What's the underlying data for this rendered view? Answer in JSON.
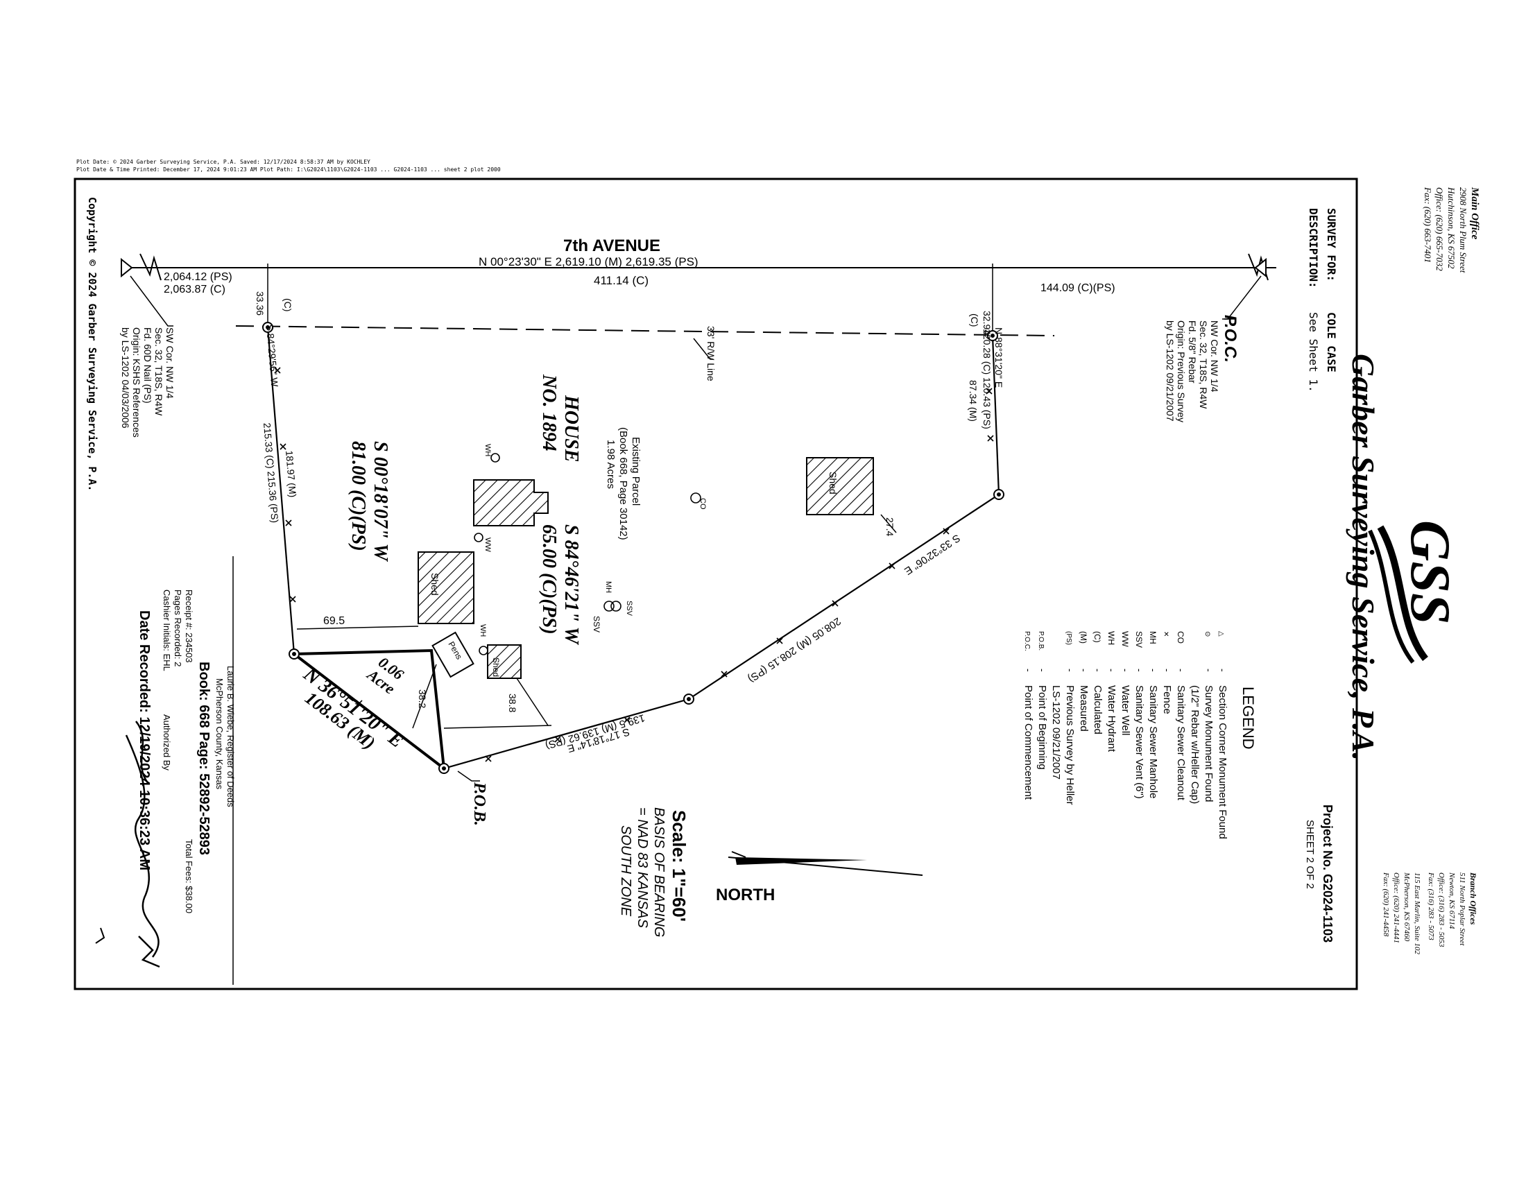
{
  "header": {
    "print_line_1": "Plot Date: © 2024 Garber Surveying Service, P.A. Saved: 12/17/2024 8:58:37 AM by KOCHLEY",
    "print_line_2": "Plot Date & Time Printed: December 17, 2024 9:01:23 AM Plot Path: I:\\G2024\\1103\\G2024-1103 ... G2024-1103 ... sheet 2 plot 2000"
  },
  "firm": {
    "name": "Garber Surveying Service, P.A.",
    "logo_text": "GSS",
    "main_office": [
      "Main Office",
      "2908 North Plum Street",
      "Hutchinson, KS 67502",
      "Office: (620) 665-7032",
      "Fax: (620) 663-7401"
    ],
    "branch_offices": [
      "Branch Offices",
      "511 North Poplar Street",
      "Newton, KS 67114",
      "Office: (316) 283 - 5053",
      "Fax: (316) 283 - 5073",
      "",
      "115 East Marlin, Suite 102",
      "McPherson, KS 67460",
      "Office: (620) 241-4441",
      "Fax: (620) 241-4458"
    ]
  },
  "title_block": {
    "survey_for_label": "SURVEY FOR:",
    "survey_for_value": "COLE CASE",
    "description_label": "DESCRIPTION:",
    "description_value": "See Sheet 1.",
    "project_no": "Project No. G2024-1103",
    "sheet": "SHEET 2 OF 2"
  },
  "legend": {
    "title": "LEGEND",
    "items": [
      {
        "symbol": "triangle",
        "text": "Section Corner Monument Found"
      },
      {
        "symbol": "circle-dot",
        "text": "Survey Monument Found"
      },
      {
        "symbol": "",
        "text": "(1/2\" Rebar w/Heller Cap)"
      },
      {
        "symbol": "CO",
        "text": "Sanitary Sewer Cleanout"
      },
      {
        "symbol": "fence-x",
        "text": "Fence"
      },
      {
        "symbol": "MH",
        "text": "Sanitary Sewer Manhole"
      },
      {
        "symbol": "SSV",
        "text": "Sanitary Sewer Vent (6\")"
      },
      {
        "symbol": "WW",
        "text": "Water Well"
      },
      {
        "symbol": "WH",
        "text": "Water Hydrant"
      },
      {
        "symbol": "(C)",
        "text": "Calculated"
      },
      {
        "symbol": "(M)",
        "text": "Measured"
      },
      {
        "symbol": "(PS)",
        "text": "Previous Survey by Heller"
      },
      {
        "symbol": "",
        "text": "LS-1202 09/21/2007"
      },
      {
        "symbol": "P.O.B.",
        "text": "Point of Beginning"
      },
      {
        "symbol": "P.O.C.",
        "text": "Point of Commencement"
      }
    ]
  },
  "scale": {
    "text": "Scale: 1\"=60'",
    "bearing_1": "BASIS OF BEARING",
    "bearing_2": "= NAD 83 KANSAS",
    "bearing_3": "SOUTH ZONE",
    "north": "NORTH"
  },
  "plat": {
    "road": "7th AVENUE",
    "road_bearing": "N 00°23'30\" E   2,619.10 (M) 2,619.35 (PS)",
    "road_calc": "411.14 (C)",
    "top_dist": "144.09 (C)(PS)",
    "bottom_dist_ps": "2,064.12 (PS)",
    "bottom_dist_c": "2,063.87 (C)",
    "rw_33_c": "33.36",
    "rw_33_c_label": "(C)",
    "rw_32_94": "32.94",
    "rw_32_94_label": "(C)",
    "rw_line": "33' R/W Line",
    "poc": {
      "title": "P.O.C.",
      "lines": [
        "NW Cor. NW 1/4",
        "Sec. 32, T18S, R4W",
        "Fd. 5/8\" Rebar",
        "Origin: Previous Survey",
        "by LS-1202 09/21/2007"
      ]
    },
    "sw_corner": {
      "lines": [
        "SW Cor. NW 1/4",
        "Sec. 32, T18S, R4W",
        "Fd. 60D Nail (PS)",
        "Origin: KSHS References",
        "by LS-1202 04/03/2006"
      ]
    },
    "copyright": "Copyright © 2024 Garber Surveying Service, P.A.",
    "north_line_bearing": "N 88°31'20\" E",
    "north_line_c": "120.28 (C) 120.43 (PS)",
    "north_line_m": "87.34 (M)",
    "west_bearing": "S 84°29'56\" W",
    "west_c": "215.33 (C) 215.36 (PS)",
    "west_m": "181.97 (M)",
    "se_bearing": "S 33°32'06\" E",
    "se_dist": "208.05 (M) 208.15 (PS)",
    "s_bearing": "S 17°18'14\" E",
    "s_dist": "139.5 (M) 139.62 (PS)",
    "parcel_1": "Existing Parcel",
    "parcel_2": "(Book 668, Page 30142)",
    "parcel_3": "1.98 Acres",
    "house_1": "HOUSE",
    "house_2": "NO. 1894",
    "bearing_big_1": "S 84°46'21\" W",
    "bearing_big_1b": "65.00 (C)(PS)",
    "bearing_big_2": "S 00°18'07\" W",
    "bearing_big_2b": "81.00 (C)(PS)",
    "tract_bearing": "N 36°51'20\" E",
    "tract_dist": "108.63 (M)",
    "acre_1": "0.06",
    "acre_2": "Acre",
    "dim_69_5": "69.5",
    "dim_27_4": "27.4",
    "dim_38_2": "38.2",
    "dim_38_8": "38.8",
    "pob": "P.O.B.",
    "shed": "Shed",
    "pens": "Pens",
    "co": "CO",
    "wh": "WH",
    "ww": "WW",
    "mh": "MH",
    "ssv": "SSV"
  },
  "recording": {
    "register": "Laurie B. Wiebe, Register of Deeds",
    "county": "McPherson County, Kansas",
    "book_page": "Book: 668 Page: 52892-52893",
    "receipt": "Receipt #: 234503",
    "total_fees": "Total Fees: $38.00",
    "pages": "Pages Recorded: 2",
    "cashier": "Cashier Initials: EHL",
    "authorized": "Authorized By",
    "date_recorded": "Date Recorded: 12/19/2024 10:36:23 AM"
  }
}
